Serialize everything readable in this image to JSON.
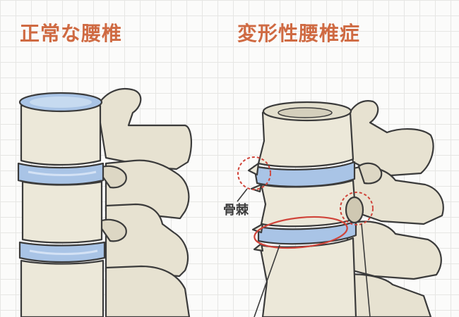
{
  "titles": {
    "normal": "正常な腰椎",
    "deformed": "変形性腰椎症"
  },
  "labels": {
    "osteophyte": "骨棘"
  },
  "colors": {
    "title": "#cf6a42",
    "bone": "#eae6d6",
    "bone_outline": "#3b3b3b",
    "disc": "#a9c4e6",
    "highlight_circle": "#d0443a",
    "grid": "#e6e6e4"
  },
  "icons": [
    "spine-normal-illustration",
    "spine-deformed-illustration"
  ]
}
